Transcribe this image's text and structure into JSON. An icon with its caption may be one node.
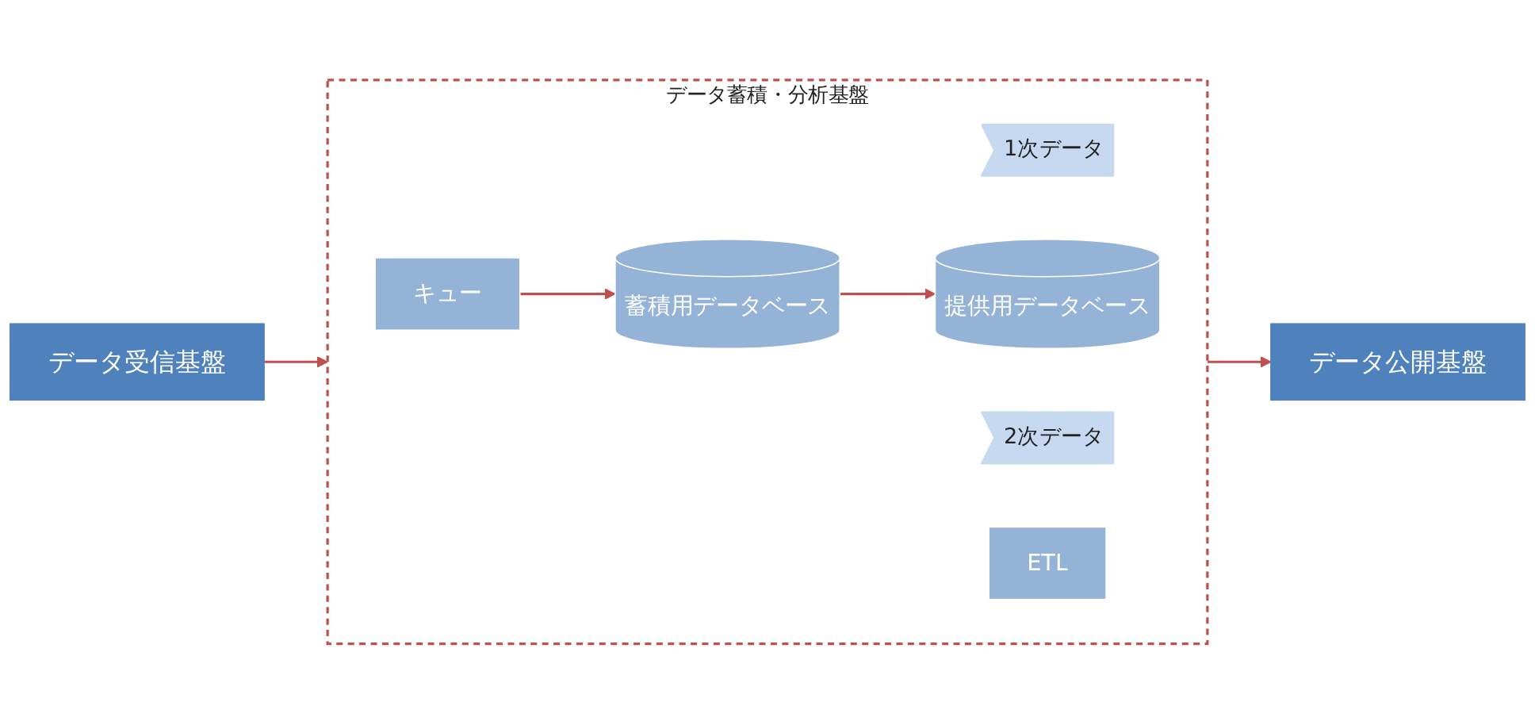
{
  "diagram": {
    "nodes": [
      {
        "text": [
          "データ受信基盤"
        ]
      },
      {
        "text": [
          "データ蓄積・分析基盤"
        ]
      },
      {
        "text": [
          "1次データ"
        ],
        "in": 1
      },
      {
        "text": [
          "2次データ"
        ],
        "in": 1
      },
      {
        "text": [
          "キュー"
        ],
        "in": 1
      },
      {
        "text": [
          "蓄積用データベース"
        ],
        "in": 1
      },
      {
        "text": [
          "提供用データベース"
        ],
        "in": 1
      },
      {
        "text": [
          "ETL"
        ],
        "in": 1
      },
      {
        "text": [
          "データ公開基盤"
        ]
      }
    ],
    "edges": [
      {
        "from": 0,
        "to": 1,
        "arrow": "to"
      },
      {
        "from": 4,
        "to": 5,
        "arrow": "to"
      },
      {
        "from": 5,
        "to": 6,
        "arrow": "to"
      },
      {
        "from": 1,
        "to": 8,
        "arrow": "to"
      }
    ]
  }
}
